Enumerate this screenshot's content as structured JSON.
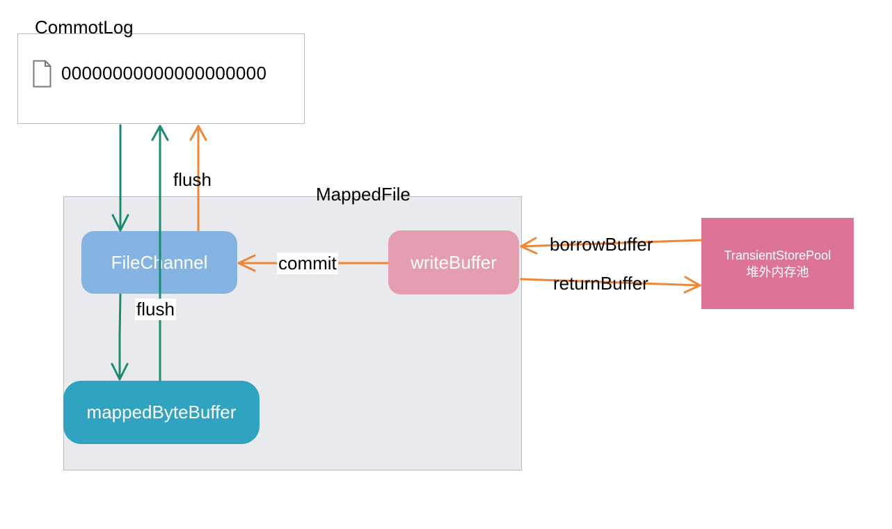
{
  "commitlog": {
    "title": "CommotLog",
    "file_name": "00000000000000000000"
  },
  "mappedfile": {
    "title": "MappedFile"
  },
  "nodes": {
    "filechannel": "FileChannel",
    "writebuffer": "writeBuffer",
    "mappedbytebuffer": "mappedByteBuffer",
    "transientstorepool": {
      "line1": "TransientStorePool",
      "line2": "堆外内存池"
    }
  },
  "edges": {
    "flush_top": "flush",
    "commit": "commit",
    "flush_mid": "flush",
    "borrow": "borrowBuffer",
    "return": "returnBuffer"
  },
  "colors": {
    "teal_arrow": "#1a8a73",
    "orange_arrow": "#ee8737",
    "filechannel": "#85b3e2",
    "writebuffer": "#e59db0",
    "mappedbytebuffer": "#2fa3bf",
    "transientstorepool": "#dd7397",
    "mappedfile_bg": "#e9eaee"
  },
  "icons": {
    "file": "document-icon"
  }
}
